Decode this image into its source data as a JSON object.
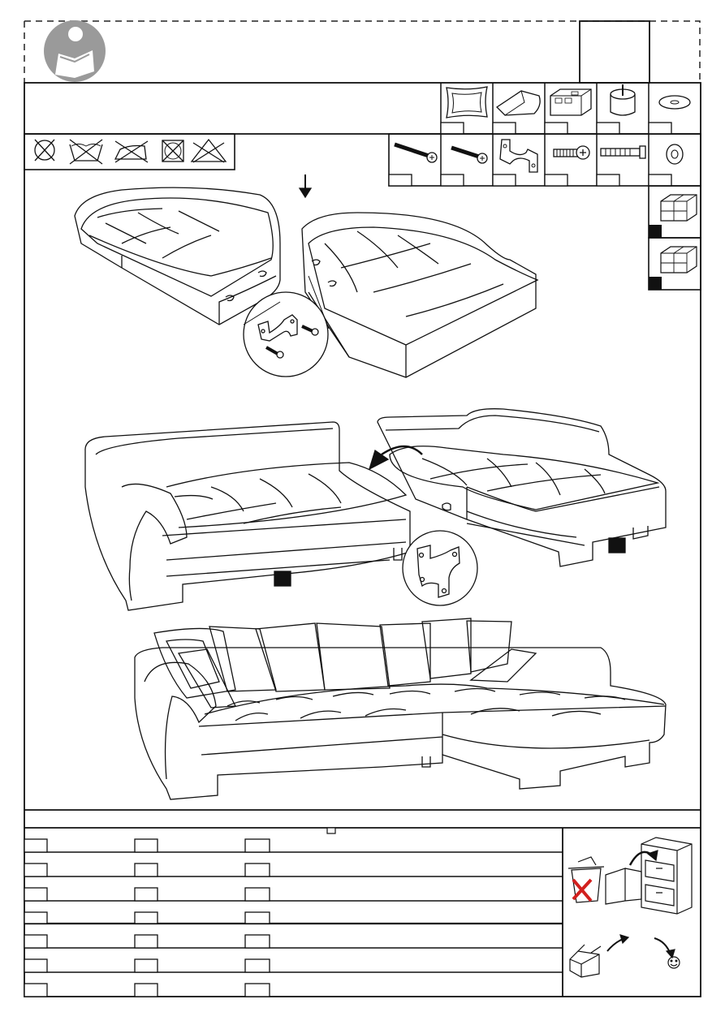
{
  "document": {
    "kind": "assembly-instruction-sheet",
    "header": {
      "manual_icon": "read-manual-icon",
      "page_box_label": ""
    },
    "care_symbols": [
      {
        "name": "no-wash-icon"
      },
      {
        "name": "no-wash-tub-icon"
      },
      {
        "name": "no-iron-icon"
      },
      {
        "name": "no-tumble-dry-icon"
      },
      {
        "name": "no-bleach-icon"
      }
    ],
    "parts_top": [
      {
        "name": "cushion-part-icon"
      },
      {
        "name": "pillow-part-icon"
      },
      {
        "name": "foot-box-part-icon"
      },
      {
        "name": "cylinder-foot-part-icon"
      },
      {
        "name": "washer-disc-part-icon"
      }
    ],
    "parts_hardware": [
      {
        "name": "long-screw-icon"
      },
      {
        "name": "short-screw-icon"
      },
      {
        "name": "connector-bracket-icon"
      },
      {
        "name": "bolt-icon"
      },
      {
        "name": "long-bolt-icon"
      },
      {
        "name": "washer-icon"
      }
    ],
    "packages": [
      {
        "name": "package-box-1-icon"
      },
      {
        "name": "package-box-2-icon"
      }
    ],
    "steps": [
      {
        "name": "step-connect-brackets"
      },
      {
        "name": "step-join-sections"
      },
      {
        "name": "step-finished-sofa"
      }
    ],
    "table_rows": 7,
    "footer_icons": [
      {
        "name": "no-trash-icon"
      },
      {
        "name": "file-cabinet-icon"
      },
      {
        "name": "box-recycle-icon"
      },
      {
        "name": "smiley-icon"
      }
    ]
  }
}
